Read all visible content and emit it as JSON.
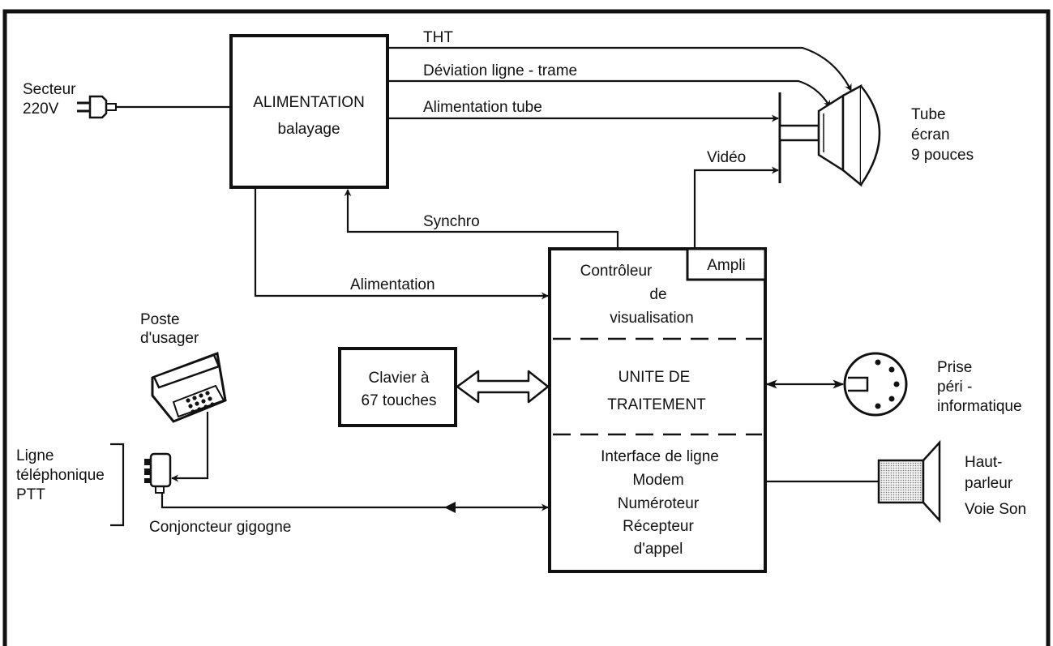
{
  "blocks": {
    "alimentation": {
      "line1": "ALIMENTATION",
      "line2": "balayage"
    },
    "controleur": {
      "line1": "Contrôleur",
      "line2": "de",
      "line3": "visualisation"
    },
    "ampli": "Ampli",
    "unite": {
      "line1": "UNITE DE",
      "line2": "TRAITEMENT"
    },
    "interface": {
      "line1": "Interface de ligne",
      "line2": "Modem",
      "line3": "Numéroteur",
      "line4": "Récepteur",
      "line5": "d'appel"
    },
    "clavier": {
      "line1": "Clavier à",
      "line2": "67 touches"
    }
  },
  "signals": {
    "tht": "THT",
    "deviation": "Déviation ligne - trame",
    "alim_tube": "Alimentation tube",
    "video": "Vidéo",
    "synchro": "Synchro",
    "alimentation": "Alimentation"
  },
  "external": {
    "secteur": {
      "line1": "Secteur",
      "line2": "220V"
    },
    "tube": {
      "line1": "Tube",
      "line2": "écran",
      "line3": "9 pouces"
    },
    "poste": {
      "line1": "Poste",
      "line2": "d'usager"
    },
    "ligne": {
      "line1": "Ligne",
      "line2": "téléphonique",
      "line3": "PTT"
    },
    "conjoncteur": "Conjoncteur gigogne",
    "prise": {
      "line1": "Prise",
      "line2": "péri -",
      "line3": "informatique"
    },
    "haut_parleur": {
      "line1": "Haut-",
      "line2": "parleur",
      "line3": "Voie Son"
    }
  }
}
